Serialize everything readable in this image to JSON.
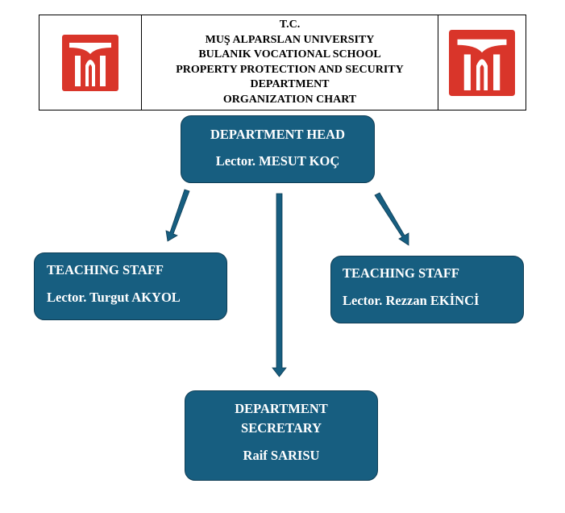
{
  "header": {
    "lines": [
      "T.C.",
      "MUŞ ALPARSLAN UNIVERSITY",
      "BULANIK VOCATIONAL SCHOOL",
      "PROPERTY PROTECTION AND SECURITY",
      "DEPARTMENT",
      "ORGANIZATION CHART"
    ],
    "logo_color": "#d9352a"
  },
  "nodes": {
    "head": {
      "role": "DEPARTMENT HEAD",
      "name": "Lector. MESUT KOÇ"
    },
    "staff_left": {
      "role": "TEACHING STAFF",
      "name": "Lector. Turgut AKYOL"
    },
    "staff_right": {
      "role": "TEACHING STAFF",
      "name": "Lector. Rezzan EKİNCİ"
    },
    "secretary": {
      "role_line1": "DEPARTMENT",
      "role_line2": "SECRETARY",
      "name": "Raif SARISU"
    }
  },
  "colors": {
    "box": "#175e80"
  }
}
